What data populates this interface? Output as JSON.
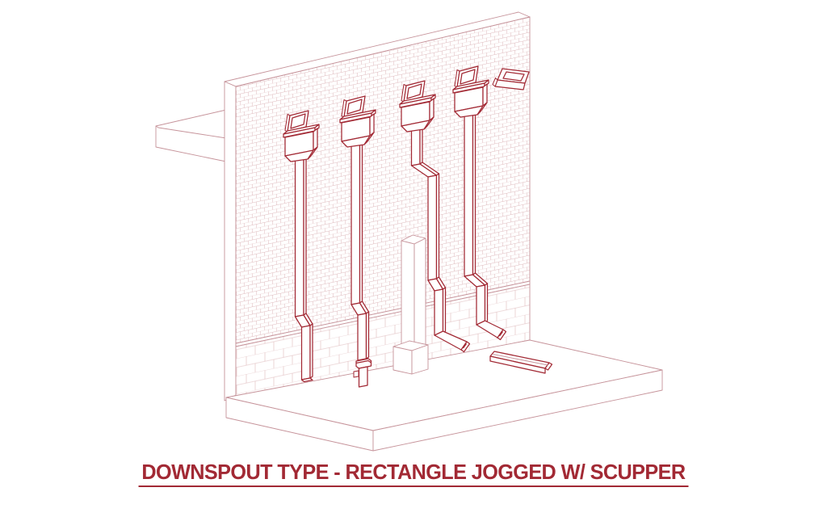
{
  "title": {
    "text": "DOWNSPOUT TYPE - RECTANGLE JOGGED W/ SCUPPER"
  },
  "colors": {
    "accent-red": "#a22934",
    "wall-line": "#c6939a",
    "hatch": "#ddb7ba",
    "background": "#ffffff"
  },
  "drawing": {
    "type": "axonometric-cad-line-drawing",
    "components": [
      "roof-ledge",
      "brick-wall",
      "cmu-base",
      "ground-slab",
      "wall-pier",
      "scupper-flap",
      "conductor-head",
      "downspout-jogged-to-grade",
      "downspout-jogged-with-boot",
      "downspout-double-jogged-elbow-discharge",
      "downspout-jogged-elbow-with-splash-block",
      "loose-scupper-detail",
      "splash-block"
    ]
  }
}
